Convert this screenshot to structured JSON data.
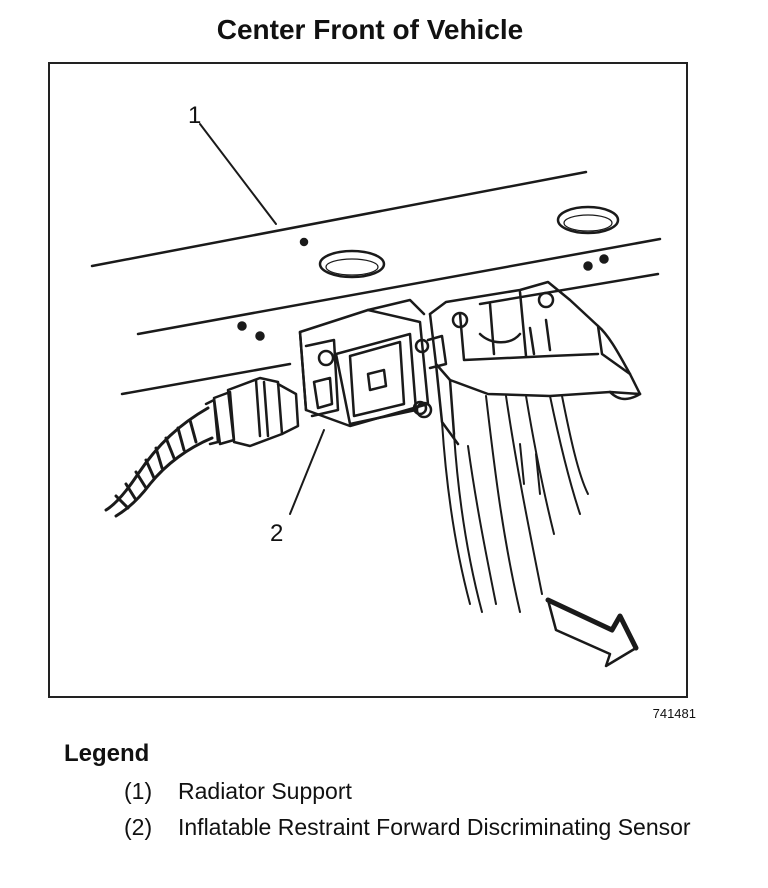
{
  "diagram": {
    "title": "Center Front of Vehicle",
    "callouts": [
      "1",
      "2"
    ],
    "figure_id": "741481"
  },
  "legend": {
    "title": "Legend",
    "items": [
      {
        "num": "(1)",
        "text": "Radiator Support"
      },
      {
        "num": "(2)",
        "text": "Inflatable Restraint Forward Discriminating Sensor"
      }
    ]
  }
}
